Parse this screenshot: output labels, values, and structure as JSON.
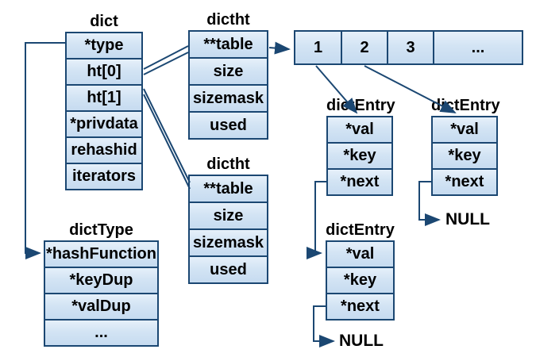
{
  "diagram_title": "Redis dict data structure",
  "colors": {
    "box_border": "#1b4772",
    "box_fill_light": "#e6f0fa",
    "box_fill_dark": "#c6dbf0",
    "line": "#1b4772",
    "text": "#000000",
    "background": "#ffffff"
  },
  "nodes": {
    "dict": {
      "label": "dict",
      "rows": [
        "*type",
        "ht[0]",
        "ht[1]",
        "*privdata",
        "rehashid",
        "iterators"
      ]
    },
    "dictht_top": {
      "label": "dictht",
      "rows": [
        "**table",
        "size",
        "sizemask",
        "used"
      ]
    },
    "dictht_bottom": {
      "label": "dictht",
      "rows": [
        "**table",
        "size",
        "sizemask",
        "used"
      ]
    },
    "dict_type": {
      "label": "dictType",
      "rows": [
        "*hashFunction",
        "*keyDup",
        "*valDup",
        "..."
      ]
    },
    "bucket_array": {
      "cells": [
        "1",
        "2",
        "3",
        "..."
      ]
    },
    "dict_entry_1": {
      "label": "dictEntry",
      "rows": [
        "*val",
        "*key",
        "*next"
      ]
    },
    "dict_entry_2": {
      "label": "dictEntry",
      "rows": [
        "*val",
        "*key",
        "*next"
      ]
    },
    "dict_entry_3": {
      "label": "dictEntry",
      "rows": [
        "*val",
        "*key",
        "*next"
      ]
    },
    "null_right": {
      "label": "NULL"
    },
    "null_bottom": {
      "label": "NULL"
    }
  },
  "edges": [
    {
      "from": "dict.*type",
      "to": "dictType.*hashFunction",
      "style": "elbow-arrow"
    },
    {
      "from": "dict.ht[0]",
      "to": "dictht_top.**table",
      "style": "double-line"
    },
    {
      "from": "dict.ht[1]",
      "to": "dictht_bottom.**table",
      "style": "double-line"
    },
    {
      "from": "dictht_top.**table",
      "to": "bucket_array",
      "style": "arrow"
    },
    {
      "from": "bucket_array.1",
      "to": "dict_entry_1",
      "style": "arrow"
    },
    {
      "from": "bucket_array.2",
      "to": "dict_entry_2",
      "style": "arrow"
    },
    {
      "from": "dict_entry_1.*next",
      "to": "dict_entry_3",
      "style": "elbow-arrow"
    },
    {
      "from": "dict_entry_2.*next",
      "to": "null_right",
      "style": "elbow-arrow"
    },
    {
      "from": "dict_entry_3.*next",
      "to": "null_bottom",
      "style": "elbow-arrow"
    }
  ]
}
